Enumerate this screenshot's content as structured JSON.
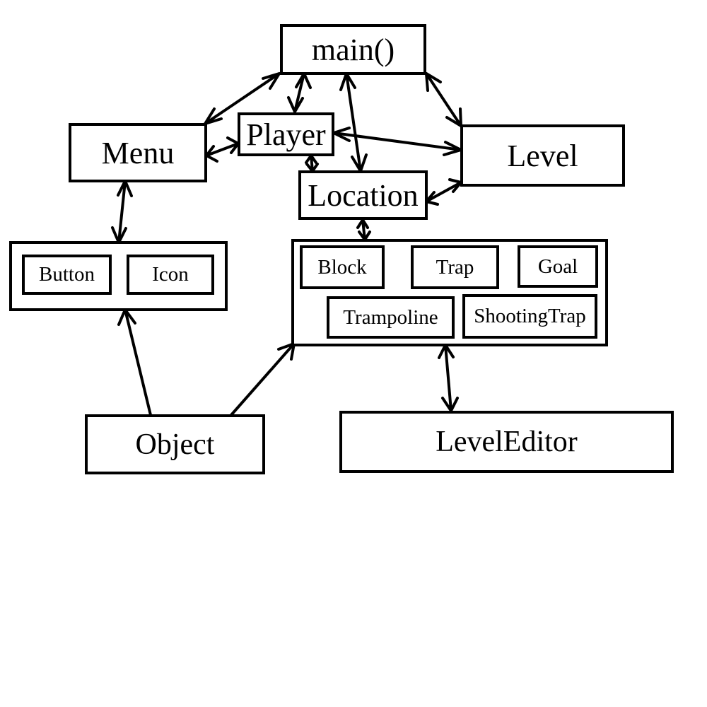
{
  "nodes": {
    "main": "main()",
    "menu": "Menu",
    "player": "Player",
    "level": "Level",
    "location": "Location",
    "button": "Button",
    "icon": "Icon",
    "block": "Block",
    "trap": "Trap",
    "goal": "Goal",
    "trampoline": "Trampoline",
    "shooting_trap": "ShootingTrap",
    "object": "Object",
    "level_editor": "LevelEditor"
  },
  "edges": [
    {
      "from": "main",
      "to": "menu",
      "direction": "both"
    },
    {
      "from": "main",
      "to": "player",
      "direction": "both"
    },
    {
      "from": "main",
      "to": "location",
      "direction": "both"
    },
    {
      "from": "main",
      "to": "level",
      "direction": "both"
    },
    {
      "from": "menu",
      "to": "player",
      "direction": "both"
    },
    {
      "from": "player",
      "to": "level",
      "direction": "both"
    },
    {
      "from": "player",
      "to": "location",
      "direction": "both"
    },
    {
      "from": "location",
      "to": "level",
      "direction": "both"
    },
    {
      "from": "location",
      "to": "tiles-group",
      "direction": "both"
    },
    {
      "from": "menu",
      "to": "ui-group",
      "direction": "both"
    },
    {
      "from": "object",
      "to": "ui-group",
      "direction": "to"
    },
    {
      "from": "object",
      "to": "tiles-group",
      "direction": "to"
    },
    {
      "from": "tiles-group",
      "to": "level_editor",
      "direction": "both"
    }
  ],
  "colors": {
    "stroke": "#000000",
    "background": "#ffffff"
  }
}
